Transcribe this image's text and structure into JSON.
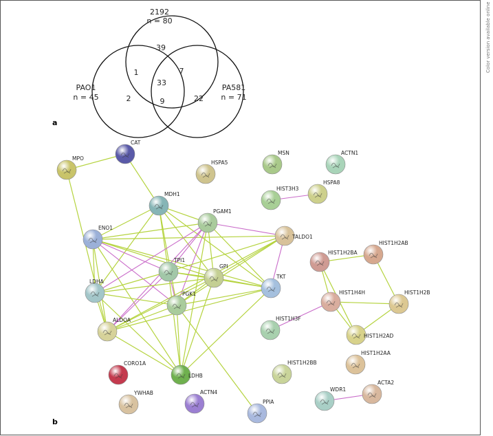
{
  "side_note": "Color version available online",
  "panel_a": {
    "label": "a",
    "sets": [
      {
        "id": "2192",
        "name": "2192",
        "n_label": "n = 80"
      },
      {
        "id": "PAO1",
        "name": "PAO1",
        "n_label": "n = 45"
      },
      {
        "id": "PA581",
        "name": "PA581",
        "n_label": "n = 71"
      }
    ],
    "regions": [
      {
        "id": "only-2192",
        "value": "39"
      },
      {
        "id": "2192-PAO1",
        "value": "1"
      },
      {
        "id": "2192-PA581",
        "value": "7"
      },
      {
        "id": "all-three",
        "value": "33"
      },
      {
        "id": "only-PAO1",
        "value": "2"
      },
      {
        "id": "PAO1-PA581",
        "value": "9"
      },
      {
        "id": "only-PA581",
        "value": "22"
      }
    ]
  },
  "panel_b": {
    "label": "b",
    "nodes": [
      {
        "id": "MPO",
        "label": "MPO",
        "color": "#c9c46a"
      },
      {
        "id": "CAT",
        "label": "CAT",
        "color": "#5a5aa8"
      },
      {
        "id": "HSPA5",
        "label": "HSPA5",
        "color": "#cfc48e"
      },
      {
        "id": "MSN",
        "label": "MSN",
        "color": "#a9c98a"
      },
      {
        "id": "ACTN1",
        "label": "ACTN1",
        "color": "#a9d4b9"
      },
      {
        "id": "MDH1",
        "label": "MDH1",
        "color": "#86b5b6"
      },
      {
        "id": "HIST3H3",
        "label": "HIST3H3",
        "color": "#a8cf96"
      },
      {
        "id": "HSPA8",
        "label": "HSPA8",
        "color": "#cdd08c"
      },
      {
        "id": "PGAM1",
        "label": "PGAM1",
        "color": "#a9cb9c"
      },
      {
        "id": "TALDO1",
        "label": "TALDO1",
        "color": "#d8c29a"
      },
      {
        "id": "ENO1",
        "label": "ENO1",
        "color": "#9bb0d8"
      },
      {
        "id": "HIST1H2BA",
        "label": "HIST1H2BA",
        "color": "#cf9b93"
      },
      {
        "id": "HIST1H2AB",
        "label": "HIST1H2AB",
        "color": "#d6a88f"
      },
      {
        "id": "TPI1",
        "label": "TPI1",
        "color": "#a2c7a8"
      },
      {
        "id": "GPI",
        "label": "GPI",
        "color": "#c4cf93"
      },
      {
        "id": "LDHA",
        "label": "LDHA",
        "color": "#a3c6c9"
      },
      {
        "id": "TKT",
        "label": "TKT",
        "color": "#a5c0de"
      },
      {
        "id": "HIST1H4H",
        "label": "HIST1H4H",
        "color": "#d9ad9e"
      },
      {
        "id": "HIST1H2B",
        "label": "HIST1H2B",
        "color": "#dcc892"
      },
      {
        "id": "PGK1",
        "label": "PGK1",
        "color": "#a9cc9c"
      },
      {
        "id": "HIST1H3F",
        "label": "HIST1H3F",
        "color": "#a8d0ae"
      },
      {
        "id": "HIST1H2AD",
        "label": "HIST1H2AD",
        "color": "#d8d28b"
      },
      {
        "id": "ALDOA",
        "label": "ALDOA",
        "color": "#d6d29a"
      },
      {
        "id": "HIST1H2AA",
        "label": "HIST1H2AA",
        "color": "#dcc29a"
      },
      {
        "id": "CORO1A",
        "label": "CORO1A",
        "color": "#c43a4e"
      },
      {
        "id": "LDHB",
        "label": "LDHB",
        "color": "#6fb04e"
      },
      {
        "id": "HIST1H2BB",
        "label": "HIST1H2BB",
        "color": "#c9d49a"
      },
      {
        "id": "YWHAB",
        "label": "YWHAB",
        "color": "#d8c2a0"
      },
      {
        "id": "ACTN4",
        "label": "ACTN4",
        "color": "#9b7fd2"
      },
      {
        "id": "WDR1",
        "label": "WDR1",
        "color": "#a9cfc6"
      },
      {
        "id": "ACTA2",
        "label": "ACTA2",
        "color": "#d8b89e"
      },
      {
        "id": "PPIA",
        "label": "PPIA",
        "color": "#a9b9de"
      }
    ],
    "edges": [
      [
        "MPO",
        "CAT",
        "yellowgreen"
      ],
      [
        "MPO",
        "ALDOA",
        "yellowgreen"
      ],
      [
        "CAT",
        "MDH1",
        "yellowgreen"
      ],
      [
        "HIST3H3",
        "HSPA8",
        "magenta"
      ],
      [
        "MDH1",
        "PGAM1",
        "yellowgreen"
      ],
      [
        "MDH1",
        "TPI1",
        "yellowgreen"
      ],
      [
        "MDH1",
        "GPI",
        "yellowgreen"
      ],
      [
        "MDH1",
        "PGK1",
        "yellowgreen"
      ],
      [
        "MDH1",
        "TKT",
        "yellowgreen"
      ],
      [
        "MDH1",
        "ENO1",
        "yellowgreen"
      ],
      [
        "MDH1",
        "LDHA",
        "yellowgreen"
      ],
      [
        "ENO1",
        "PGAM1",
        "yellowgreen"
      ],
      [
        "ENO1",
        "TPI1",
        "magenta"
      ],
      [
        "ENO1",
        "GPI",
        "yellowgreen"
      ],
      [
        "ENO1",
        "PGK1",
        "magenta"
      ],
      [
        "ENO1",
        "LDHA",
        "yellowgreen"
      ],
      [
        "ENO1",
        "ALDOA",
        "yellowgreen"
      ],
      [
        "ENO1",
        "TALDO1",
        "yellowgreen"
      ],
      [
        "ENO1",
        "TKT",
        "yellowgreen"
      ],
      [
        "ENO1",
        "LDHB",
        "yellowgreen"
      ],
      [
        "PGAM1",
        "TALDO1",
        "magenta"
      ],
      [
        "PGAM1",
        "TPI1",
        "magenta"
      ],
      [
        "PGAM1",
        "GPI",
        "yellowgreen"
      ],
      [
        "PGAM1",
        "PGK1",
        "magenta"
      ],
      [
        "PGAM1",
        "LDHA",
        "magenta"
      ],
      [
        "PGAM1",
        "ALDOA",
        "magenta"
      ],
      [
        "PGAM1",
        "TKT",
        "yellowgreen"
      ],
      [
        "PGAM1",
        "LDHB",
        "yellowgreen"
      ],
      [
        "TALDO1",
        "TKT",
        "magenta"
      ],
      [
        "TALDO1",
        "GPI",
        "yellowgreen"
      ],
      [
        "TALDO1",
        "TPI1",
        "yellowgreen"
      ],
      [
        "TALDO1",
        "PGK1",
        "yellowgreen"
      ],
      [
        "TALDO1",
        "ALDOA",
        "yellowgreen"
      ],
      [
        "TPI1",
        "GPI",
        "yellowgreen"
      ],
      [
        "TPI1",
        "PGK1",
        "magenta"
      ],
      [
        "TPI1",
        "LDHA",
        "yellowgreen"
      ],
      [
        "TPI1",
        "ALDOA",
        "magenta"
      ],
      [
        "TPI1",
        "TKT",
        "yellowgreen"
      ],
      [
        "TPI1",
        "LDHB",
        "yellowgreen"
      ],
      [
        "GPI",
        "PGK1",
        "yellowgreen"
      ],
      [
        "GPI",
        "TKT",
        "yellowgreen"
      ],
      [
        "GPI",
        "ALDOA",
        "yellowgreen"
      ],
      [
        "GPI",
        "LDHA",
        "yellowgreen"
      ],
      [
        "GPI",
        "LDHB",
        "yellowgreen"
      ],
      [
        "LDHA",
        "PGK1",
        "yellowgreen"
      ],
      [
        "LDHA",
        "ALDOA",
        "yellowgreen"
      ],
      [
        "LDHA",
        "LDHB",
        "yellowgreen"
      ],
      [
        "PGK1",
        "ALDOA",
        "yellowgreen"
      ],
      [
        "PGK1",
        "TKT",
        "yellowgreen"
      ],
      [
        "PGK1",
        "LDHB",
        "yellowgreen"
      ],
      [
        "PGK1",
        "PPIA",
        "yellowgreen"
      ],
      [
        "ALDOA",
        "TKT",
        "yellowgreen"
      ],
      [
        "ALDOA",
        "LDHB",
        "yellowgreen"
      ],
      [
        "TKT",
        "LDHB",
        "yellowgreen"
      ],
      [
        "HIST1H2BA",
        "HIST1H4H",
        "yellowgreen"
      ],
      [
        "HIST1H2BA",
        "HIST1H2AD",
        "yellowgreen"
      ],
      [
        "HIST1H2BA",
        "HIST1H2AB",
        "yellowgreen"
      ],
      [
        "HIST1H2AB",
        "HIST1H2B",
        "yellowgreen"
      ],
      [
        "HIST1H4H",
        "HIST1H2B",
        "yellowgreen"
      ],
      [
        "HIST1H4H",
        "HIST1H2AD",
        "yellowgreen"
      ],
      [
        "HIST1H4H",
        "HIST1H3F",
        "magenta"
      ],
      [
        "HIST1H2B",
        "HIST1H2AD",
        "yellowgreen"
      ],
      [
        "WDR1",
        "ACTA2",
        "magenta"
      ]
    ]
  }
}
